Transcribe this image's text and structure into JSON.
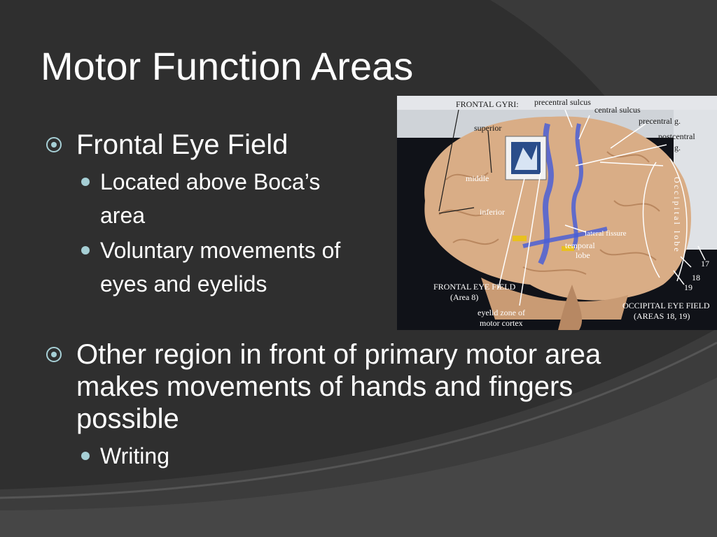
{
  "slide": {
    "title": "Motor Function Areas",
    "bullets": [
      {
        "text": "Frontal Eye Field",
        "sub": [
          "Located above Boca’s area",
          "Voluntary movements of eyes and eyelids"
        ]
      },
      {
        "text": "Other region in front of primary motor area makes movements of hands and fingers possible",
        "sub": [
          "Writing"
        ]
      }
    ]
  },
  "figure": {
    "labels": {
      "frontal_gyri": "FRONTAL GYRI:",
      "superior": "superior",
      "middle": "middle",
      "inferior": "inferior",
      "precentral_sulcus": "precentral sulcus",
      "central_sulcus": "central sulcus",
      "precentral_g": "precentral g.",
      "postcentral": "postcentral",
      "postcentral_g": "g.",
      "lateral_fissure": "lateral fissure",
      "temporal": "temporal",
      "lobe": "lobe",
      "frontal_eye_field": "FRONTAL EYE FIELD",
      "area_8": "(Area 8)",
      "eyelid_zone": "eyelid zone of",
      "motor_cortex": "motor cortex",
      "occipital_eye_field": "OCCIPITAL EYE FIELD",
      "areas_18_19": "(AREAS 18, 19)",
      "occipital_lobe": "Occipital lobe",
      "num_17": "17",
      "num_18": "18",
      "num_19": "19"
    }
  },
  "colors": {
    "background": "#2e2e2e",
    "accent": "#a6cfd5",
    "text": "#ffffff"
  }
}
